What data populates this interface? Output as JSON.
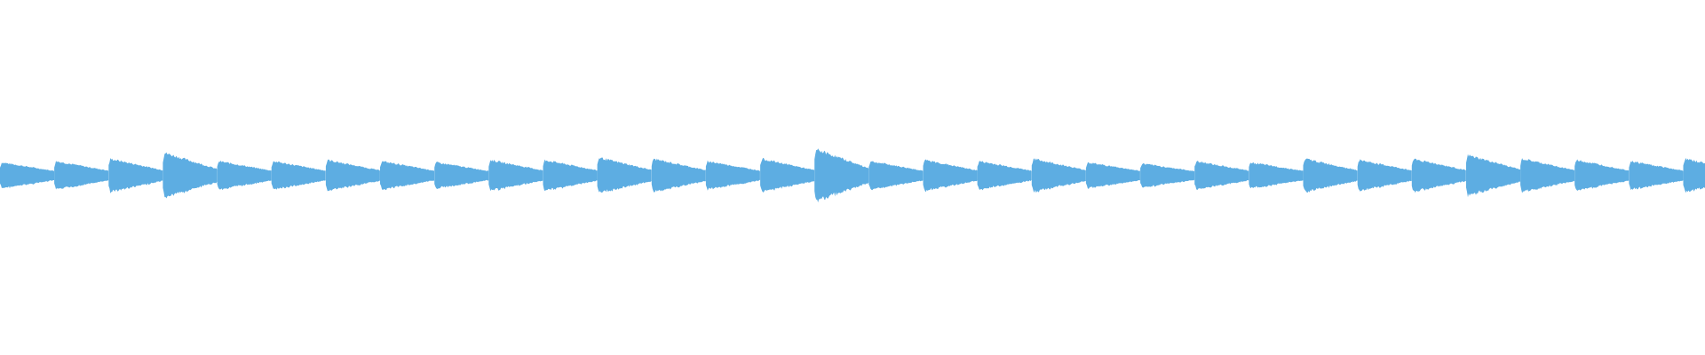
{
  "waveform": {
    "color": "#5dade2",
    "background": "#ffffff",
    "segment_count": 32,
    "segment_peaks": [
      0.45,
      0.5,
      0.6,
      0.85,
      0.5,
      0.5,
      0.55,
      0.5,
      0.45,
      0.55,
      0.55,
      0.65,
      0.6,
      0.5,
      0.6,
      1.0,
      0.5,
      0.55,
      0.5,
      0.6,
      0.45,
      0.4,
      0.5,
      0.45,
      0.6,
      0.55,
      0.6,
      0.75,
      0.6,
      0.55,
      0.5,
      0.6
    ]
  }
}
